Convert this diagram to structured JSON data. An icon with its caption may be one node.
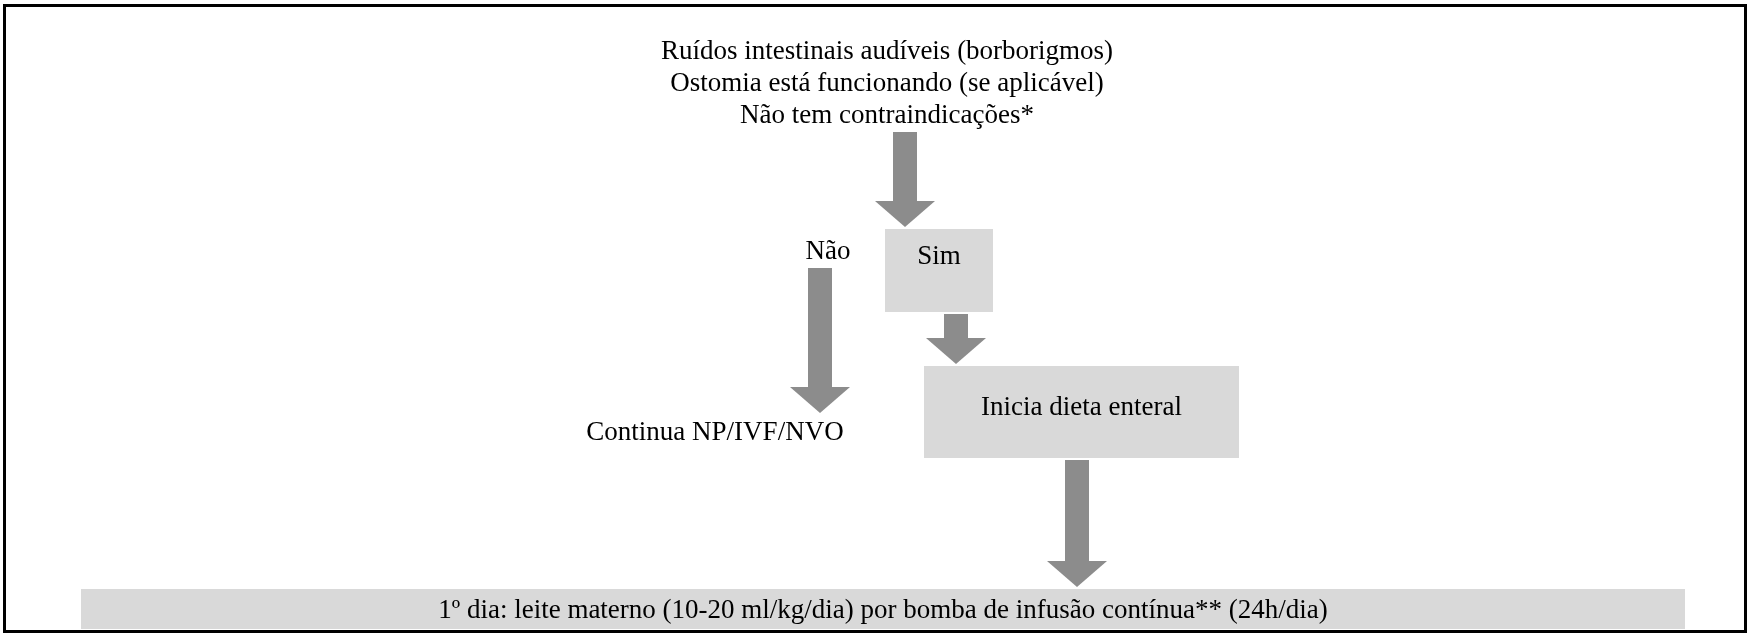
{
  "diagram": {
    "nodes": [
      {
        "text": [
          "Ruídos intestinais audíveis (borborigmos)",
          "Ostomia está funcionando (se aplicável)",
          "Não tem contraindicações*"
        ]
      },
      {
        "text": [
          "Não"
        ]
      },
      {
        "text": [
          "Sim"
        ]
      },
      {
        "text": [
          "Continua NP/IVF/NVO"
        ]
      },
      {
        "text": [
          "Inicia dieta enteral"
        ]
      },
      {
        "text": [
          "1º dia: leite materno (10-20 ml/kg/dia) por bomba de infusão contínua** (24h/dia)"
        ]
      }
    ],
    "edges": [
      {
        "from": 0,
        "to": 2,
        "arrow": "to"
      },
      {
        "from": 1,
        "to": 3,
        "arrow": "to"
      },
      {
        "from": 2,
        "to": 4,
        "arrow": "to"
      },
      {
        "from": 4,
        "to": 5,
        "arrow": "to"
      }
    ]
  }
}
